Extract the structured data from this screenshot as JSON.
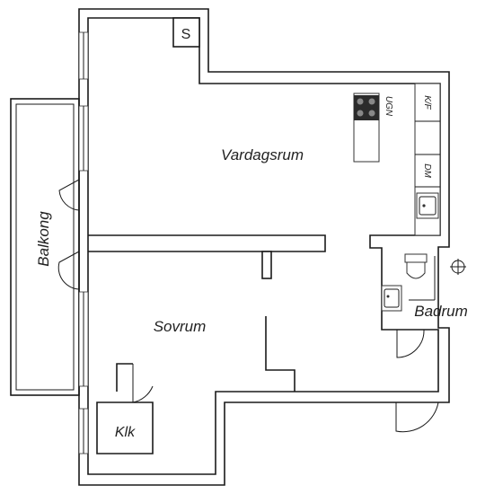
{
  "plan": {
    "rooms": {
      "vardagsrum": "Vardagsrum",
      "balkong": "Balkong",
      "sovrum": "Sovrum",
      "badrum": "Badrum",
      "klk": "Klk",
      "storage": "S"
    },
    "fixtures": {
      "stove": "UGN",
      "fridge_freezer": "K/F",
      "dishwasher": "DM"
    }
  }
}
